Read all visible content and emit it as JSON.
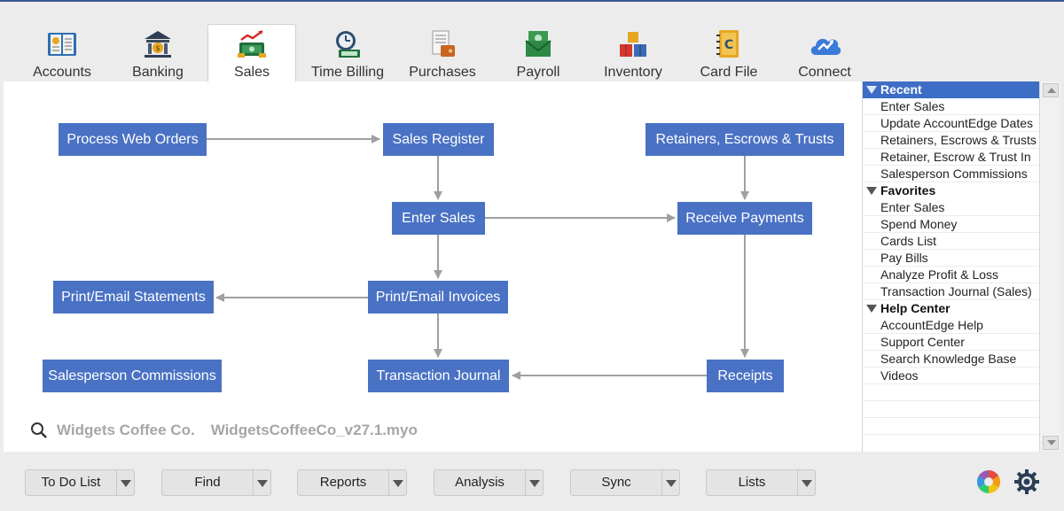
{
  "tabs": [
    {
      "label": "Accounts",
      "icon": "ledger-book-icon"
    },
    {
      "label": "Banking",
      "icon": "bank-building-icon"
    },
    {
      "label": "Sales",
      "icon": "cash-register-icon",
      "active": true
    },
    {
      "label": "Time Billing",
      "icon": "clock-register-icon"
    },
    {
      "label": "Purchases",
      "icon": "receipt-wallet-icon"
    },
    {
      "label": "Payroll",
      "icon": "money-envelope-icon"
    },
    {
      "label": "Inventory",
      "icon": "boxes-icon"
    },
    {
      "label": "Card File",
      "icon": "address-book-icon"
    },
    {
      "label": "Connect",
      "icon": "cloud-sync-icon"
    }
  ],
  "flow": {
    "process_web_orders": "Process Web Orders",
    "sales_register": "Sales Register",
    "retainers": "Retainers, Escrows & Trusts",
    "enter_sales": "Enter Sales",
    "receive_payments": "Receive Payments",
    "print_statements": "Print/Email Statements",
    "print_invoices": "Print/Email Invoices",
    "salesperson_commissions": "Salesperson Commissions",
    "transaction_journal": "Transaction Journal",
    "receipts": "Receipts"
  },
  "file_info": {
    "company": "Widgets Coffee Co.",
    "filename": "WidgetsCoffeeCo_v27.1.myo"
  },
  "side": {
    "recent": {
      "header": "Recent",
      "items": [
        "Enter Sales",
        "Update AccountEdge Dates",
        "Retainers, Escrows & Trusts",
        "Retainer, Escrow & Trust In",
        "Salesperson Commissions"
      ]
    },
    "favorites": {
      "header": "Favorites",
      "items": [
        "Enter Sales",
        "Spend Money",
        "Cards List",
        "Pay Bills",
        "Analyze Profit & Loss",
        "Transaction Journal (Sales)"
      ]
    },
    "help": {
      "header": "Help Center",
      "items": [
        "AccountEdge Help",
        "Support Center",
        "Search Knowledge Base",
        "Videos"
      ]
    }
  },
  "bottom": {
    "todo": "To Do List",
    "find": "Find",
    "reports": "Reports",
    "analysis": "Analysis",
    "sync": "Sync",
    "lists": "Lists"
  },
  "colors": {
    "node_blue": "#4a72c4",
    "selection_blue": "#3e6dc6",
    "arrow_gray": "#a0a0a0"
  }
}
